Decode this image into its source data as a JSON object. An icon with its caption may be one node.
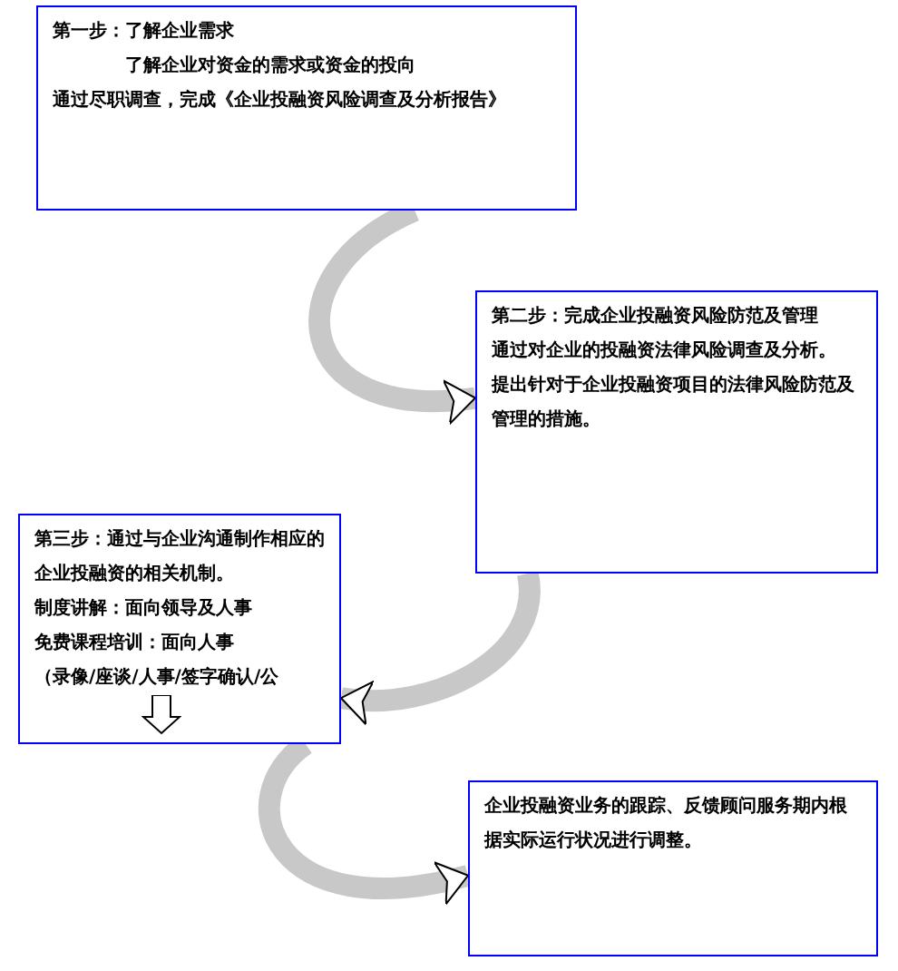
{
  "diagram": {
    "nodes": [
      {
        "text": [
          "第一步：了解企业需求",
          "了解企业对资金的需求或资金的投向",
          "通过尽职调查，完成《企业投融资风险调查及分析报告》"
        ]
      },
      {
        "text": [
          "第二步：完成企业投融资风险防范及管理",
          "通过对企业的投融资法律风险调查及分析。",
          "提出针对于企业投融资项目的法律风险防范及管理的措施。"
        ]
      },
      {
        "text": [
          "第三步：通过与企业沟通制作相应的企业投融资的相关机制。",
          "制度讲解：面向领导及人事",
          "免费课程培训：面向人事",
          "（录像/座谈/人事/签字确认/公"
        ]
      },
      {
        "text": [
          "企业投融资业务的跟踪、反馈顾问服务期内根据实际运行状况进行调整。"
        ]
      }
    ],
    "edges": [
      {
        "from": 0,
        "to": 1,
        "arrow": "to"
      },
      {
        "from": 1,
        "to": 2,
        "arrow": "to"
      },
      {
        "from": 2,
        "to": 3,
        "arrow": "to"
      }
    ]
  }
}
